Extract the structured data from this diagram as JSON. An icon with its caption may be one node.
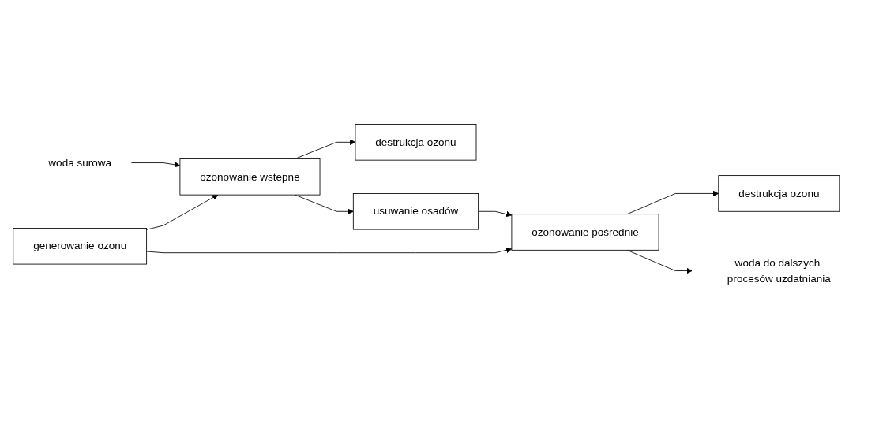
{
  "diagram": {
    "nodes": [
      {
        "text": [
          "destrukcja ozonu"
        ]
      },
      {
        "text": [
          "destrukcja ozonu"
        ]
      },
      {
        "text": [
          "woda surowa"
        ]
      },
      {
        "text": [
          "ozonowanie wstepne"
        ]
      },
      {
        "text": [
          "usuwanie osadów"
        ]
      },
      {
        "text": [
          "ozonowanie pośrednie"
        ]
      },
      {
        "text": [
          "woda do dalszych procesów uzdatniania"
        ]
      },
      {
        "text": [
          "generowanie ozonu"
        ]
      }
    ],
    "edges": [
      {
        "from": 2,
        "to": 3,
        "arrow": "to"
      },
      {
        "from": 3,
        "to": 0,
        "arrow": "to"
      },
      {
        "from": 3,
        "to": 4,
        "arrow": "to"
      },
      {
        "from": 4,
        "to": 5,
        "arrow": "to"
      },
      {
        "from": 5,
        "to": 1,
        "arrow": "to"
      },
      {
        "from": 5,
        "to": 6,
        "arrow": "to"
      },
      {
        "from": 7,
        "to": 3,
        "arrow": "to"
      },
      {
        "from": 7,
        "to": 5,
        "arrow": "to"
      }
    ]
  }
}
